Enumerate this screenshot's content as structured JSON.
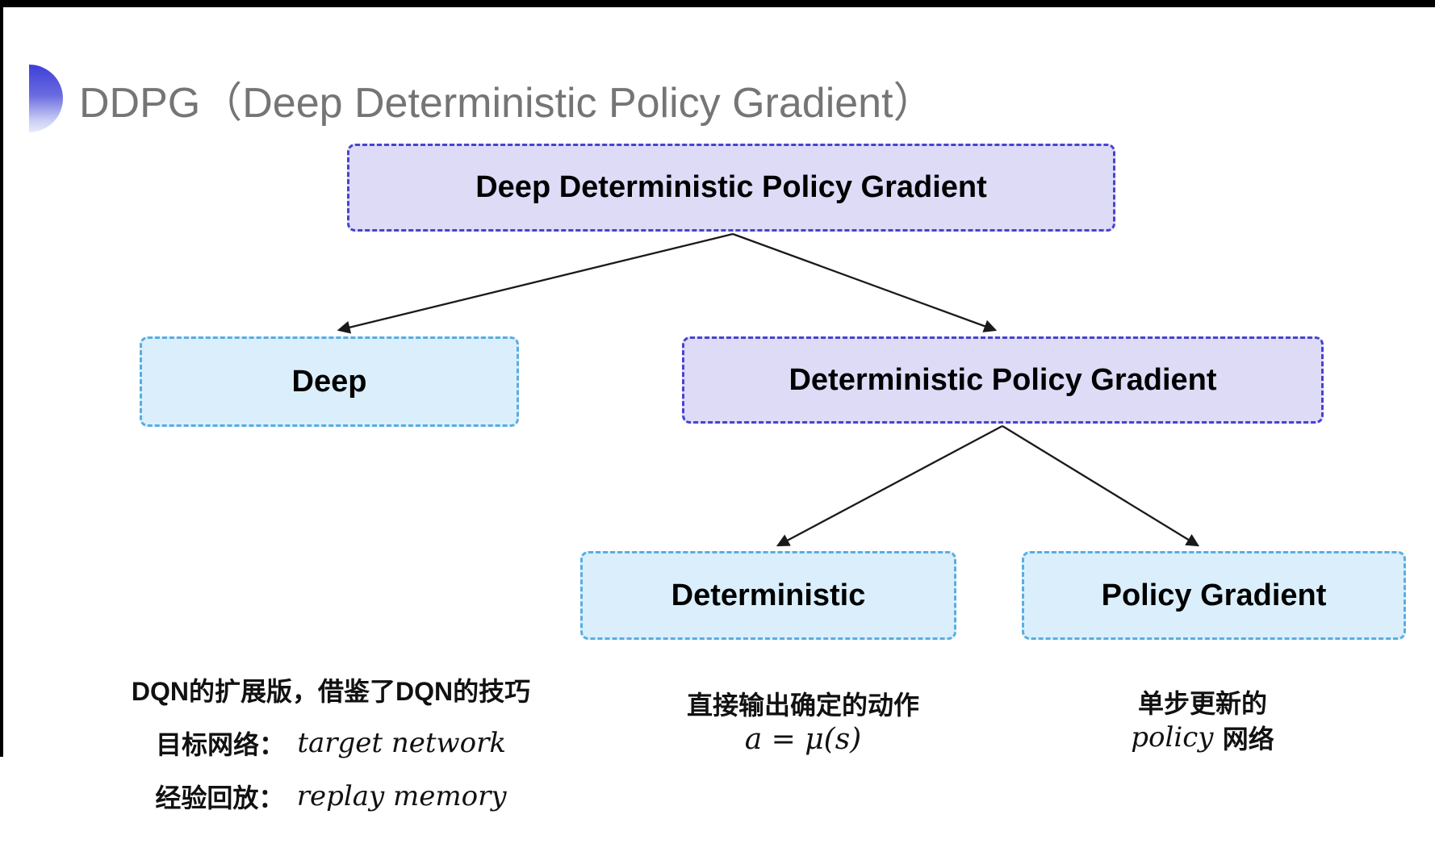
{
  "page": {
    "title": "DDPG（Deep Deterministic Policy Gradient）"
  },
  "diagram": {
    "nodes": [
      {
        "id": "root",
        "label": "Deep Deterministic Policy Gradient",
        "style": "purple"
      },
      {
        "id": "deep",
        "label": "Deep",
        "style": "cyan"
      },
      {
        "id": "dpg",
        "label": "Deterministic Policy Gradient",
        "style": "purple"
      },
      {
        "id": "deterministic",
        "label": "Deterministic",
        "style": "cyan"
      },
      {
        "id": "policy-gradient",
        "label": "Policy Gradient",
        "style": "cyan"
      }
    ],
    "edges": [
      {
        "from": "root",
        "to": "deep"
      },
      {
        "from": "root",
        "to": "dpg"
      },
      {
        "from": "dpg",
        "to": "deterministic"
      },
      {
        "from": "dpg",
        "to": "policy-gradient"
      }
    ]
  },
  "notes": {
    "deep": {
      "line1": "DQN的扩展版，借鉴了DQN的技巧",
      "line2_label": "目标网络：",
      "line2_term": "target network",
      "line3_label": "经验回放：",
      "line3_term": "replay memory"
    },
    "deterministic": {
      "line1": "直接输出确定的动作",
      "formula": "a = μ(s)"
    },
    "policy_gradient": {
      "line1": "单步更新的",
      "line2_term": "policy",
      "line2_rest": "网络"
    }
  },
  "colors": {
    "purple-fill": "#dedbf7",
    "purple-border": "#4643cf",
    "cyan-fill": "#daeffb",
    "cyan-border": "#58ade2",
    "title-gray": "#757575",
    "bullet-top": "#3c3fd6",
    "bullet-bottom": "#e8ebfb",
    "arrow": "#1a1a1a",
    "text": "#111111"
  }
}
